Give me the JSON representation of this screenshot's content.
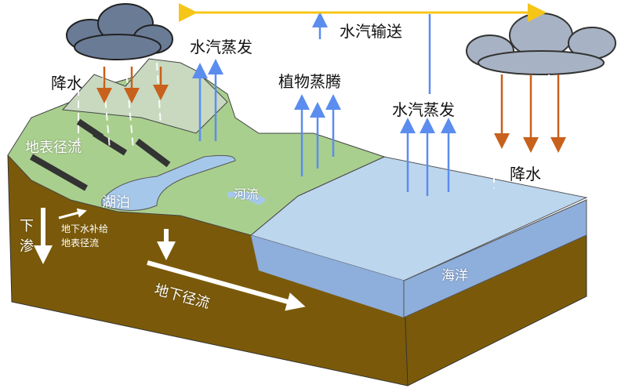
{
  "labels": {
    "precip_left": "降水",
    "evap_left": "水汽蒸发",
    "transpiration": "植物蒸腾",
    "vapor_transport": "水汽输送",
    "evap_right": "水汽蒸发",
    "precip_right": "降水",
    "surface_runoff": "地表径流",
    "lake": "湖泊",
    "river": "河流",
    "infiltration_1": "下",
    "infiltration_2": "渗",
    "groundwater_recharge": "地下水补给",
    "surface_runoff_small": "地表径流",
    "groundwater_runoff": "地下径流",
    "ocean": "海洋"
  },
  "colors": {
    "soil": "#7a5a0a",
    "ocean_top": "#bcd6ee",
    "ocean_side": "#8eaedc",
    "land": "#a9cf8e",
    "transport_arrow": "#f5c518",
    "evap_arrow": "#5b8def",
    "rain_arrow": "#c8611c"
  }
}
